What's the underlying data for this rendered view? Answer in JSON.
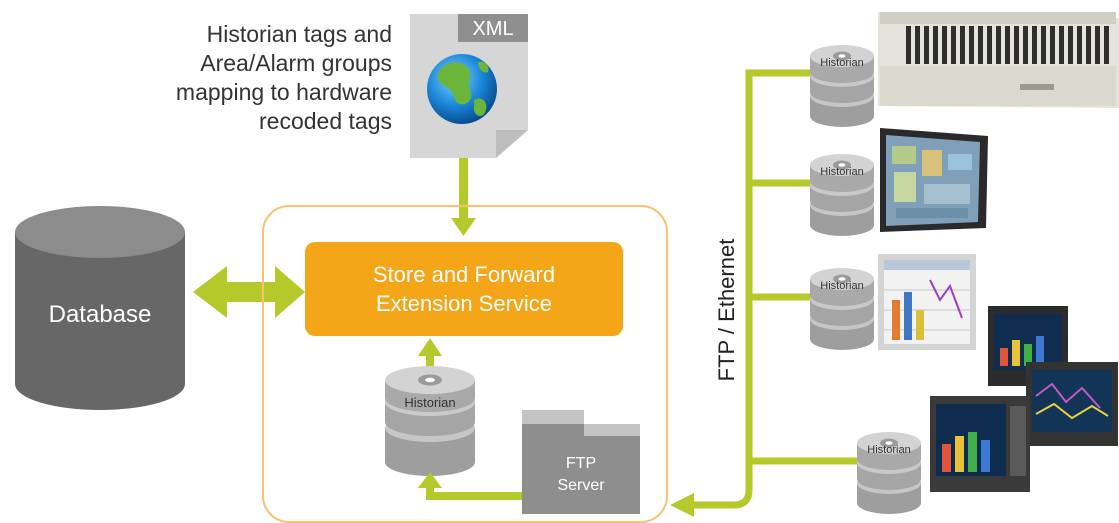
{
  "diagram": {
    "mapping_text_lines": [
      "Historian tags and",
      "Area/Alarm groups",
      "mapping to hardware",
      "recoded tags"
    ],
    "xml_label": "XML",
    "database_label": "Database",
    "service_label_line1": "Store and Forward",
    "service_label_line2": "Extension Service",
    "historian_label": "Historian",
    "ftp_line1": "FTP",
    "ftp_line2": "Server",
    "network_label": "FTP / Ethernet"
  },
  "colors": {
    "arrow_green": "#b5c92a",
    "service_orange": "#f5a518",
    "border_orange": "#f6c470",
    "database_gray": "#676767",
    "disk_gray": "#a9a9a9"
  }
}
